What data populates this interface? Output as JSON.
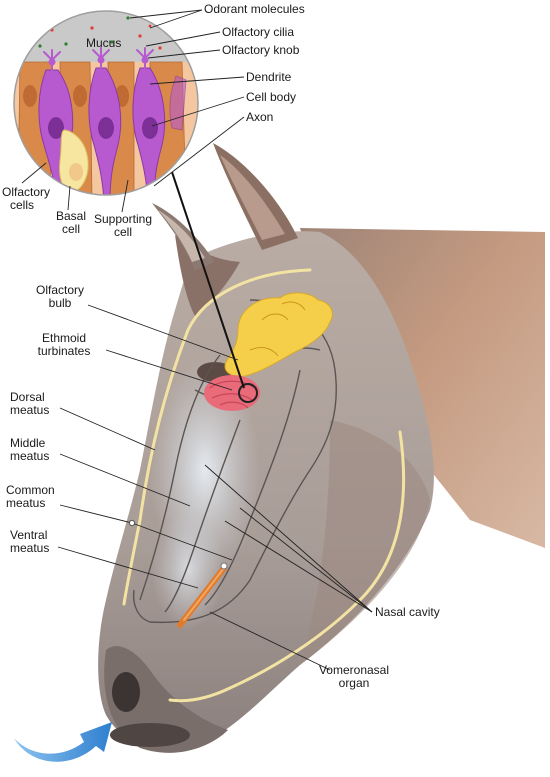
{
  "diagram": {
    "labels": {
      "odorant_molecules": "Odorant molecules",
      "olfactory_cilia": "Olfactory cilia",
      "olfactory_knob": "Olfactory knob",
      "dendrite": "Dendrite",
      "cell_body": "Cell body",
      "axon": "Axon",
      "mucus": "Mucus",
      "olfactory_cells": [
        "Olfactory",
        "cells"
      ],
      "basal_cell": [
        "Basal",
        "cell"
      ],
      "supporting_cell": [
        "Supporting",
        "cell"
      ],
      "olfactory_bulb": [
        "Olfactory",
        "bulb"
      ],
      "ethmoid_turbinates": [
        "Ethmoid",
        "turbinates"
      ],
      "dorsal_meatus": [
        "Dorsal",
        "meatus"
      ],
      "middle_meatus": [
        "Middle",
        "meatus"
      ],
      "common_meatus": [
        "Common",
        "meatus"
      ],
      "ventral_meatus": [
        "Ventral",
        "meatus"
      ],
      "nasal_cavity": "Nasal cavity",
      "vomeronasal_organ": [
        "Vomeronasal",
        "organ"
      ]
    },
    "colors": {
      "olfactory_bulb": "#f5cf4a",
      "ethmoid_turbinates": "#e96b7a",
      "vomeronasal_organ": "#e07b2c",
      "olfactory_cell": "#b75ad0",
      "supporting_cell": "#d98a4a",
      "basal_cell": "#f6e6a0",
      "mucus_layer": "#c9c9c9",
      "nasal_outline": "#f3e3a3",
      "arrow": "#2f7fcf",
      "horse_coat": "#b8876a"
    },
    "icons": [
      "airflow-arrow-icon"
    ]
  }
}
